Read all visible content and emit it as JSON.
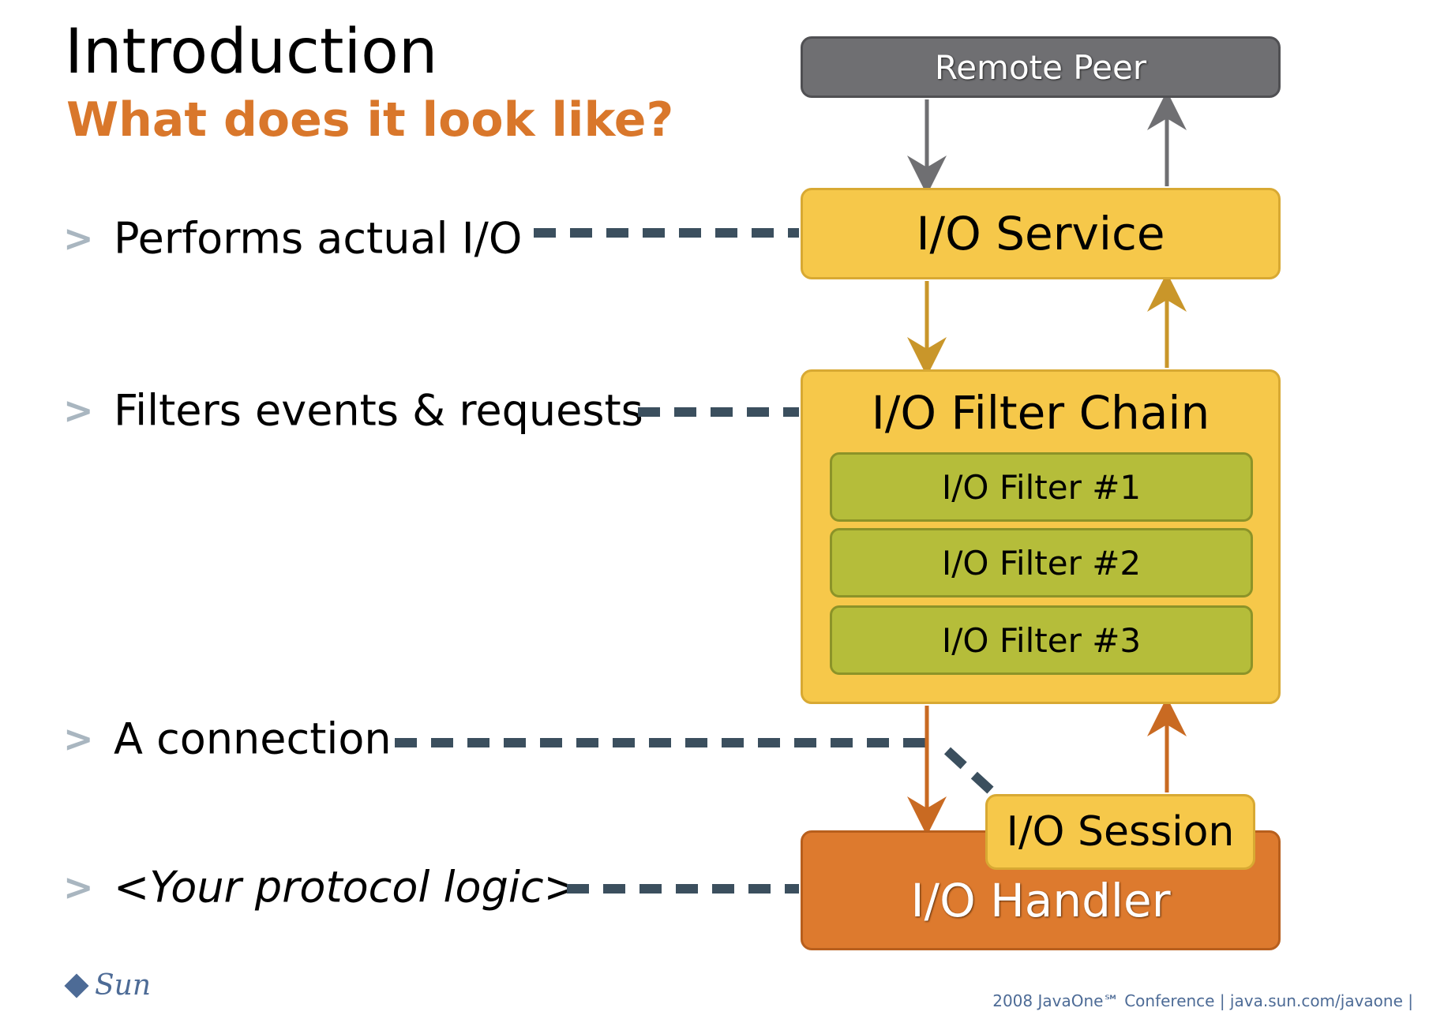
{
  "title": "Introduction",
  "subtitle": "What does it look like?",
  "bullets": [
    {
      "marker": ">",
      "text": "Performs actual I/O"
    },
    {
      "marker": ">",
      "text": "Filters events & requests"
    },
    {
      "marker": ">",
      "text": "A connection"
    },
    {
      "marker": ">",
      "text": "<Your protocol logic>"
    }
  ],
  "diagram": {
    "remote_peer": "Remote Peer",
    "io_service": "I/O Service",
    "filter_chain": "I/O Filter Chain",
    "filters": [
      "I/O Filter #1",
      "I/O Filter #2",
      "I/O Filter #3"
    ],
    "io_session": "I/O Session",
    "io_handler": "I/O Handler"
  },
  "colors": {
    "accent": "#d9772b",
    "remote_peer_bg": "#6f6f72",
    "service_bg": "#f6c84a",
    "filter_bg": "#b5bd3a",
    "handler_bg": "#dd7a2e",
    "dash": "#3b4f5e"
  },
  "footer": {
    "logo": "Sun",
    "text": "2008 JavaOne℠ Conference |  java.sun.com/javaone  |"
  }
}
